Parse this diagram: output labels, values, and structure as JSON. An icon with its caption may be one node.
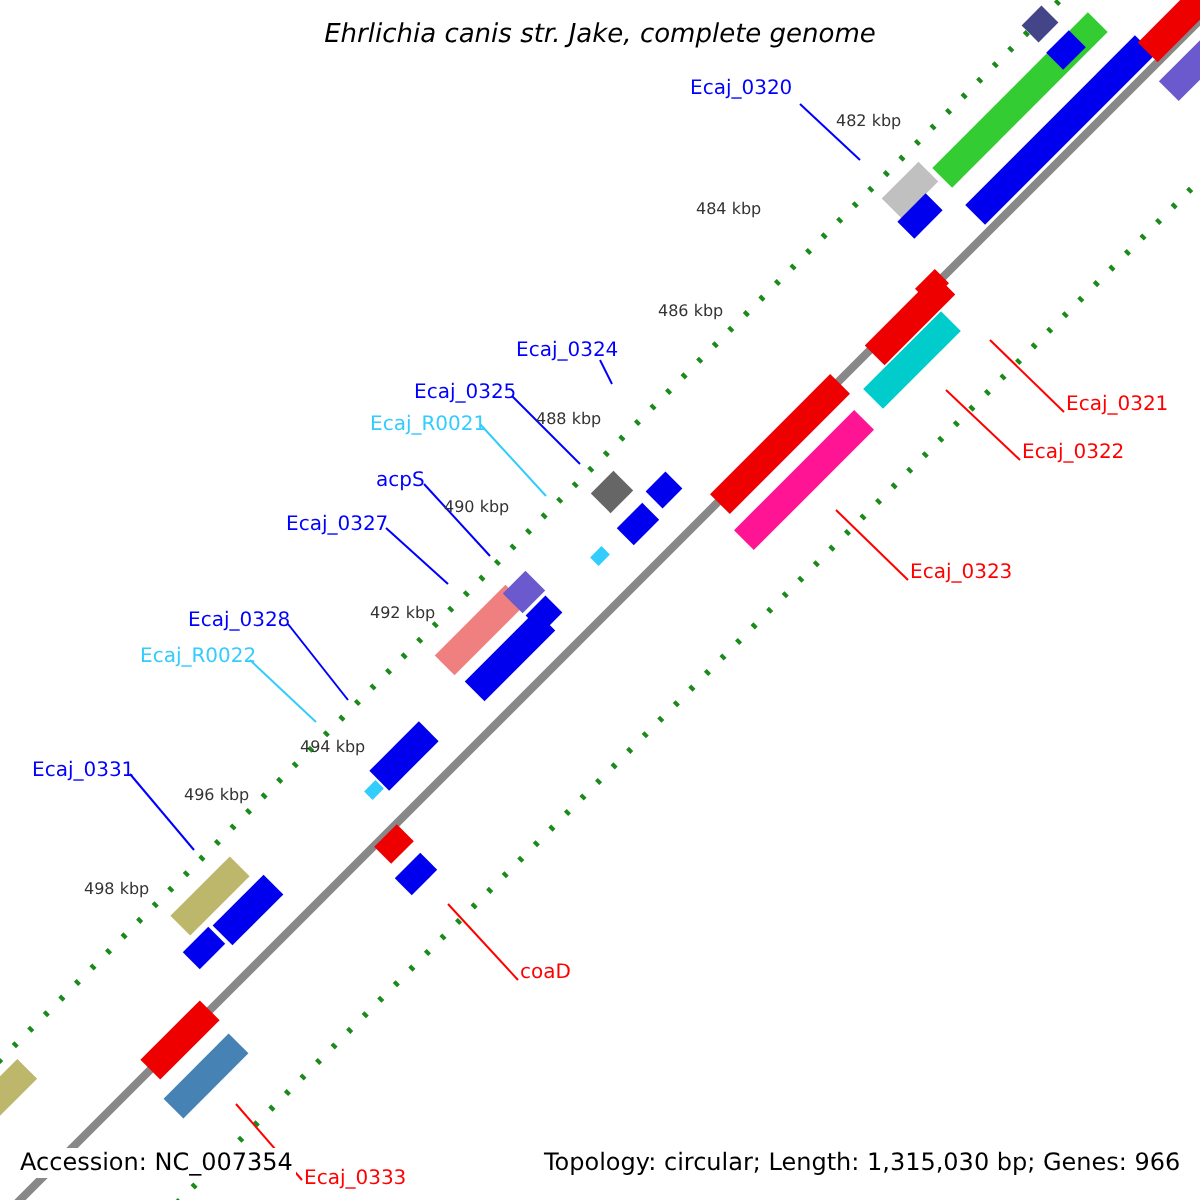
{
  "diagram": {
    "title": "Ehrlichia canis str. Jake, complete genome",
    "nodes": [
      {
        "text": [
          "Ecaj_0320"
        ]
      },
      {
        "text": [
          "Ecaj_0321"
        ]
      },
      {
        "text": [
          "Ecaj_0324"
        ]
      },
      {
        "text": [
          "Ecaj_0325"
        ]
      },
      {
        "text": [
          "Ecaj_R0021"
        ]
      },
      {
        "text": [
          "Ecaj_0322"
        ]
      },
      {
        "text": [
          "acpS"
        ]
      },
      {
        "text": [
          "Ecaj_0327"
        ]
      },
      {
        "text": [
          "Ecaj_0323"
        ]
      },
      {
        "text": [
          "Ecaj_0328"
        ]
      },
      {
        "text": [
          "Ecaj_R0022"
        ]
      },
      {
        "text": [
          "Ecaj_0331"
        ]
      },
      {
        "text": [
          "coaD"
        ]
      },
      {
        "text": [
          "Ecaj_0333"
        ]
      }
    ],
    "edges": [
      {
        "from": 0,
        "to": null,
        "arrow": "none"
      },
      {
        "from": 1,
        "to": null,
        "arrow": "none",
        "color": "#ff0000"
      },
      {
        "from": 2,
        "to": null,
        "arrow": "none"
      },
      {
        "from": 3,
        "to": null,
        "arrow": "none"
      },
      {
        "from": 4,
        "to": null,
        "arrow": "none",
        "color": "#33ccff"
      },
      {
        "from": 5,
        "to": null,
        "arrow": "none",
        "color": "#ff0000"
      },
      {
        "from": 6,
        "to": null,
        "arrow": "none"
      },
      {
        "from": 7,
        "to": null,
        "arrow": "none"
      },
      {
        "from": 8,
        "to": null,
        "arrow": "none",
        "color": "#ff0000"
      },
      {
        "from": 9,
        "to": null,
        "arrow": "none"
      },
      {
        "from": 10,
        "to": null,
        "arrow": "none",
        "color": "#33ccff"
      },
      {
        "from": 11,
        "to": null,
        "arrow": "none"
      },
      {
        "from": 12,
        "to": null,
        "arrow": "none",
        "color": "#ff0000"
      },
      {
        "from": 13,
        "to": null,
        "arrow": "none",
        "color": "#ff0000"
      }
    ],
    "labels": [
      "482 kbp",
      "484 kbp",
      "486 kbp",
      "488 kbp",
      "490 kbp",
      "492 kbp",
      "494 kbp",
      "496 kbp",
      "498 kbp",
      "Accession: NC_007354",
      "Topology: circular; Length: 1,315,030 bp; Genes: 966"
    ]
  }
}
